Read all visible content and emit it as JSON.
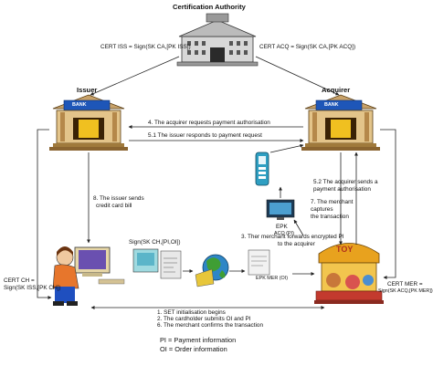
{
  "diagram": {
    "title": "Certification Authority",
    "issuer": {
      "label": "Issuer",
      "sign_text": "BANK"
    },
    "acquirer": {
      "label": "Acquirer",
      "sign_text": "BANK"
    },
    "merchant": {
      "sign_text": "TOY"
    },
    "cert_issuer": "CERT ISS = Sign(SK CA,[PK ISS])",
    "cert_acquirer": "CERT ACQ = Sign(SK CA,[PK ACQ])",
    "cert_cardholder": [
      "CERT CH =",
      "Sign(SK ISS,[PK CH])"
    ],
    "cert_merchant": [
      "CERT MER =",
      "Sign(SK ACQ,[PK MER])"
    ],
    "sign_pi_oi": "Sign(SK CH,[PI,OI])",
    "epk_acq": [
      "EPK",
      "ACQ (PI)"
    ],
    "epk_mer_oi": "EPK MER (OI)",
    "steps": {
      "s4": "4. The acquirer requests payment authorisation",
      "s5_1": "5.1 The issuer responds to payment request",
      "s8": [
        "8. The issuer sends",
        "credit card bill"
      ],
      "s5_2": [
        "5.2 The acquirer sends a",
        "payment authorisation"
      ],
      "s7": [
        "7. The merchant",
        "captures",
        "the transaction"
      ],
      "s3": [
        "3. Ther merchant forwards encrypted PI",
        "to the acquirer"
      ],
      "s1": "1. SET initialisation begins",
      "s2": "2. The cardholder submits OI and PI",
      "s6": "6. The merchant confirms the transaction"
    },
    "legend": [
      "PI = Payment information",
      "OI = Order information"
    ]
  }
}
